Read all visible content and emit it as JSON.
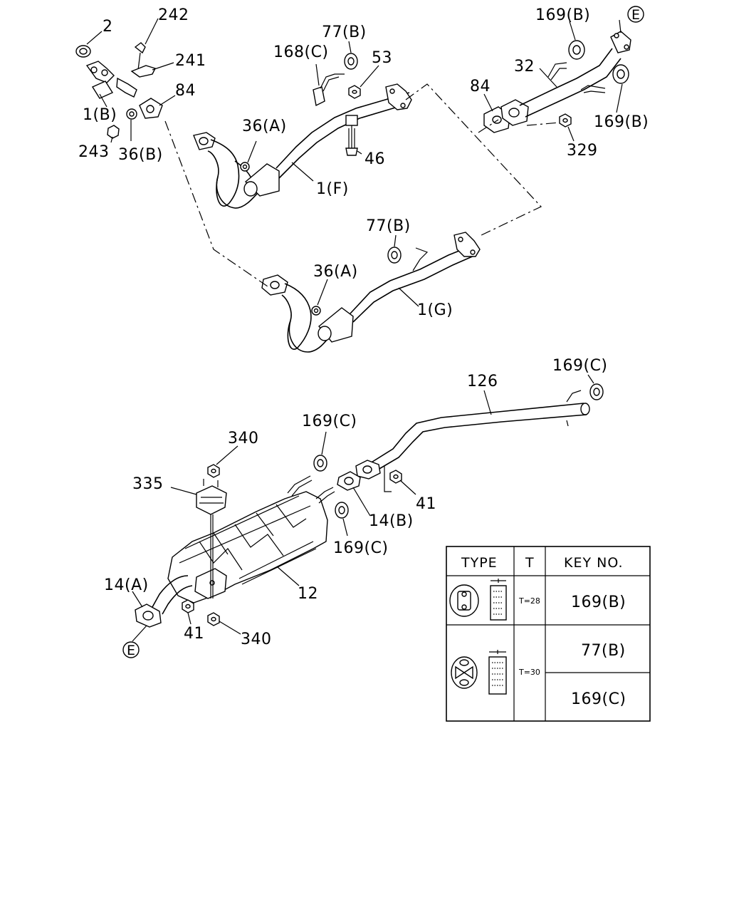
{
  "labels": {
    "p2": "2",
    "p242": "242",
    "p241": "241",
    "p84a": "84",
    "p1b": "1(B)",
    "p243": "243",
    "p36b": "36(B)",
    "p77b_top": "77(B)",
    "p168c": "168(C)",
    "p53": "53",
    "p36a_top": "36(A)",
    "p46": "46",
    "p1f": "1(F)",
    "p169b_top": "169(B)",
    "pE_top": "E",
    "p32": "32",
    "p84b": "84",
    "p169b_right": "169(B)",
    "p329": "329",
    "p77b_mid": "77(B)",
    "p36a_mid": "36(A)",
    "p1g": "1(G)",
    "p126": "126",
    "p169c_top": "169(C)",
    "p169c_mid": "169(C)",
    "p340_top": "340",
    "p335": "335",
    "p41_right": "41",
    "p14b": "14(B)",
    "p169c_low": "169(C)",
    "p14a": "14(A)",
    "p12": "12",
    "p41_low": "41",
    "p340_low": "340",
    "pE_low": "E"
  },
  "table": {
    "headers": {
      "type": "TYPE",
      "t": "T",
      "key": "KEY NO."
    },
    "row1": {
      "t": "T=28",
      "key": "169(B)"
    },
    "row2": {
      "t": "T=30",
      "key1": "77(B)",
      "key2": "169(C)"
    }
  }
}
